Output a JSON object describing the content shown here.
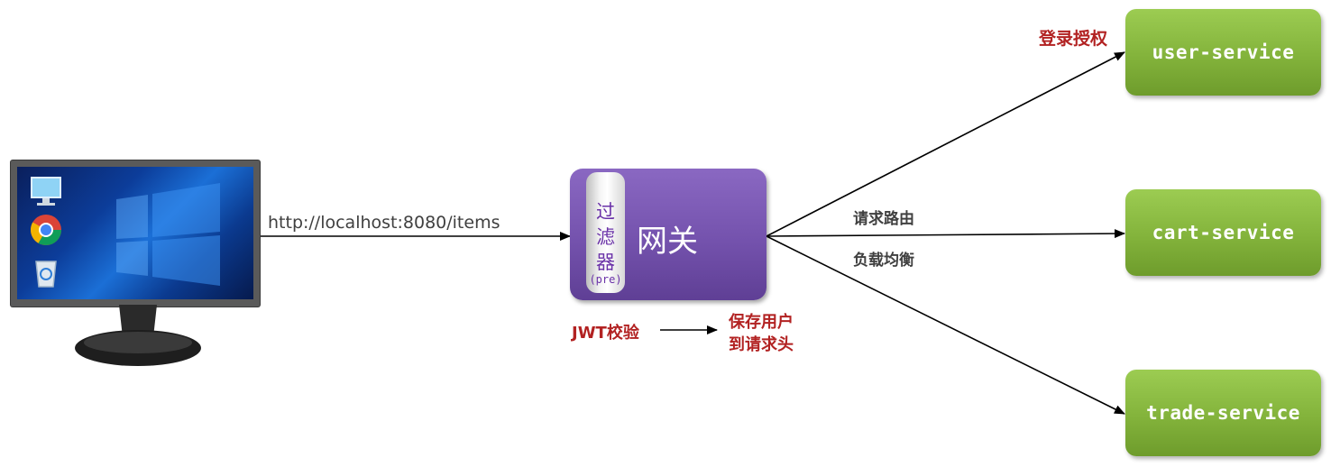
{
  "client": {
    "url_label": "http://localhost:8080/items",
    "icons": [
      "computer-icon",
      "chrome-icon",
      "recycle-bin-icon"
    ]
  },
  "gateway": {
    "label": "网关",
    "filter_chars": [
      "过",
      "滤",
      "器"
    ],
    "filter_sub": "(pre)"
  },
  "flow": {
    "jwt_label": "JWT校验",
    "save_user_line1": "保存用户",
    "save_user_line2": "到请求头"
  },
  "routing": {
    "route_label": "请求路由",
    "balance_label": "负载均衡",
    "auth_label": "登录授权"
  },
  "services": [
    {
      "name": "user-service"
    },
    {
      "name": "cart-service"
    },
    {
      "name": "trade-service"
    }
  ],
  "colors": {
    "gateway": "#7452ad",
    "service": "#83b33b",
    "accent_red": "#b22222",
    "arrow": "#000000"
  }
}
